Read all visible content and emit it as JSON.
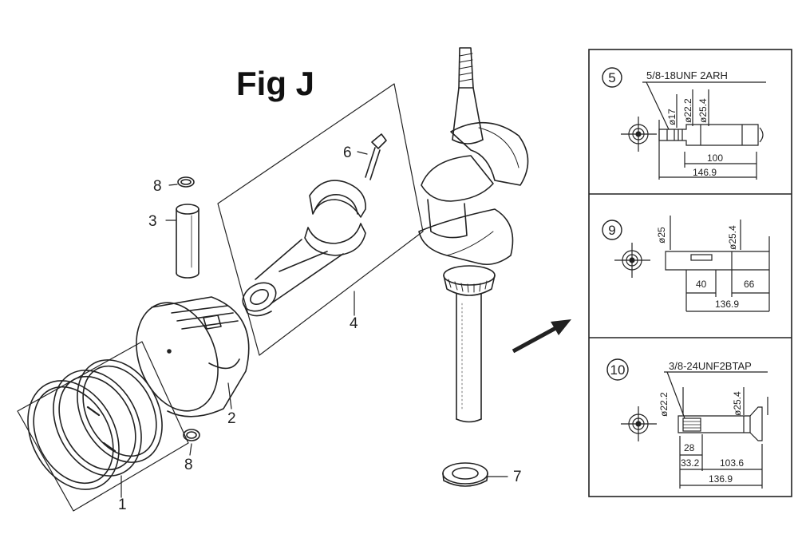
{
  "figure": {
    "title": "Fig J"
  },
  "callouts": {
    "c1": "1",
    "c2": "2",
    "c3": "3",
    "c4": "4",
    "c6": "6",
    "c7": "7",
    "c8a": "8",
    "c8b": "8"
  },
  "detail_panels": {
    "p5": {
      "number": "5",
      "thread": "5/8-18UNF 2ARH",
      "dims": {
        "d_a": "ø17",
        "d_b": "ø22.2",
        "d_c": "ø25.4",
        "len_a": "100",
        "len_b": "146.9"
      }
    },
    "p9": {
      "number": "9",
      "dims": {
        "d_a": "ø25",
        "d_b": "ø25.4",
        "len_a": "40",
        "len_b": "66",
        "len_c": "136.9"
      }
    },
    "p10": {
      "number": "10",
      "thread": "3/8-24UNF2BTAP",
      "dims": {
        "d_a": "ø22.2",
        "d_b": "ø25.4",
        "len_a": "28",
        "len_b": "33.2",
        "len_c": "103.6",
        "len_d": "136.9"
      }
    }
  }
}
